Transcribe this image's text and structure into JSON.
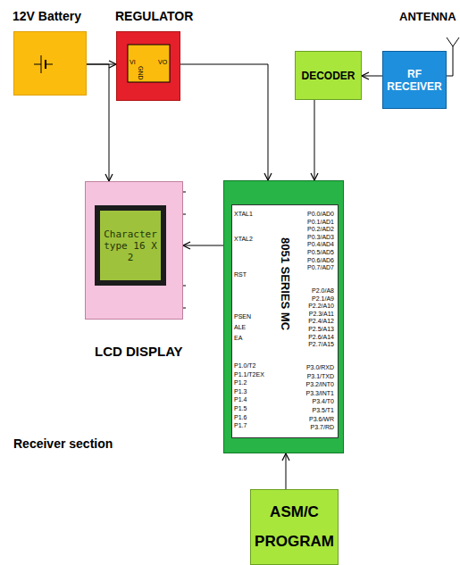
{
  "diagram": {
    "nodes": [
      {
        "text": [
          "12V Battery"
        ]
      },
      {
        "text": [
          "REGULATOR"
        ]
      },
      {
        "text": [
          "DECODER"
        ]
      },
      {
        "text": [
          "RF RECEIVER"
        ]
      },
      {
        "text": [
          "LCD DISPLAY"
        ]
      },
      {
        "text": [
          "Character type 16 X 2"
        ],
        "in": 4
      },
      {
        "text": []
      },
      {
        "text": [
          "8051 SERIES MC"
        ],
        "in": 6
      },
      {
        "text": [
          "ASM/C PROGRAM"
        ]
      }
    ],
    "edges": [
      {
        "from": 0,
        "to": 1,
        "arrow": "to"
      },
      {
        "from": 1,
        "to": 6,
        "arrow": "to"
      },
      {
        "from": 0,
        "to": 4,
        "arrow": "to"
      },
      {
        "from": 3,
        "to": 2,
        "arrow": "to"
      },
      {
        "from": 2,
        "to": 6,
        "arrow": "to"
      },
      {
        "from": 6,
        "to": 4,
        "arrow": "to"
      },
      {
        "from": 8,
        "to": 6,
        "arrow": "to"
      }
    ],
    "labels": [
      "ANTENNA",
      "Receiver section",
      "VI",
      "VO",
      "GND",
      "XTAL1",
      "XTAL2",
      "RST",
      "PSEN",
      "ALE",
      "EA",
      "P1.0/T2",
      "P1.1/T2EX",
      "P1.2",
      "P1.3",
      "P1.4",
      "P1.5",
      "P1.6",
      "P1.7",
      "P0.0/AD0",
      "P0.1/AD1",
      "P0.2/AD2",
      "P0.3/AD3",
      "P0.4/AD4",
      "P0.5/AD5",
      "P0.6/AD6",
      "P0.7/AD7",
      "P2.0/A8",
      "P2.1/A9",
      "P2.2/A10",
      "P2.3/A11",
      "P2.4/A12",
      "P2.5/A13",
      "P2.6/A14",
      "P2.7/A15",
      "P3.0/RXD",
      "P3.1/TXD",
      "P3.2/INT0",
      "P3.3/INT1",
      "P3.4/T0",
      "P3.5/T1",
      "P3.6/WR",
      "P3.7/RD"
    ]
  }
}
